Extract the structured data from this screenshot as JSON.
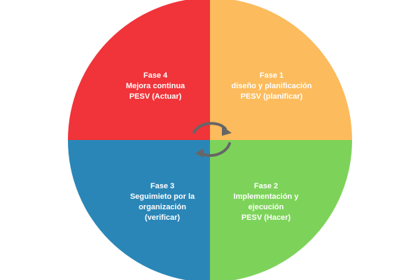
{
  "colors": {
    "phase1": "#fcbb5c",
    "phase2": "#7dd35a",
    "phase3": "#2b86b8",
    "phase4": "#f0343a",
    "arrows": "#666666",
    "text": "#ffffff"
  },
  "center_icon": "cycle-arrows-icon",
  "phases": {
    "phase4": {
      "title": "Fase 4",
      "line1": "Mejora continua",
      "line2": "PESV (Actuar)",
      "line3": ""
    },
    "phase1": {
      "title": "Fase 1",
      "line1": "diseño y planificación",
      "line2": "PESV (planificar)",
      "line3": ""
    },
    "phase3": {
      "title": "Fase 3",
      "line1": "Seguimieto por la",
      "line2": "organización",
      "line3": "(verificar)"
    },
    "phase2": {
      "title": "Fase 2",
      "line1": "Implementación y",
      "line2": "ejecución",
      "line3": "PESV (Hacer)"
    }
  }
}
